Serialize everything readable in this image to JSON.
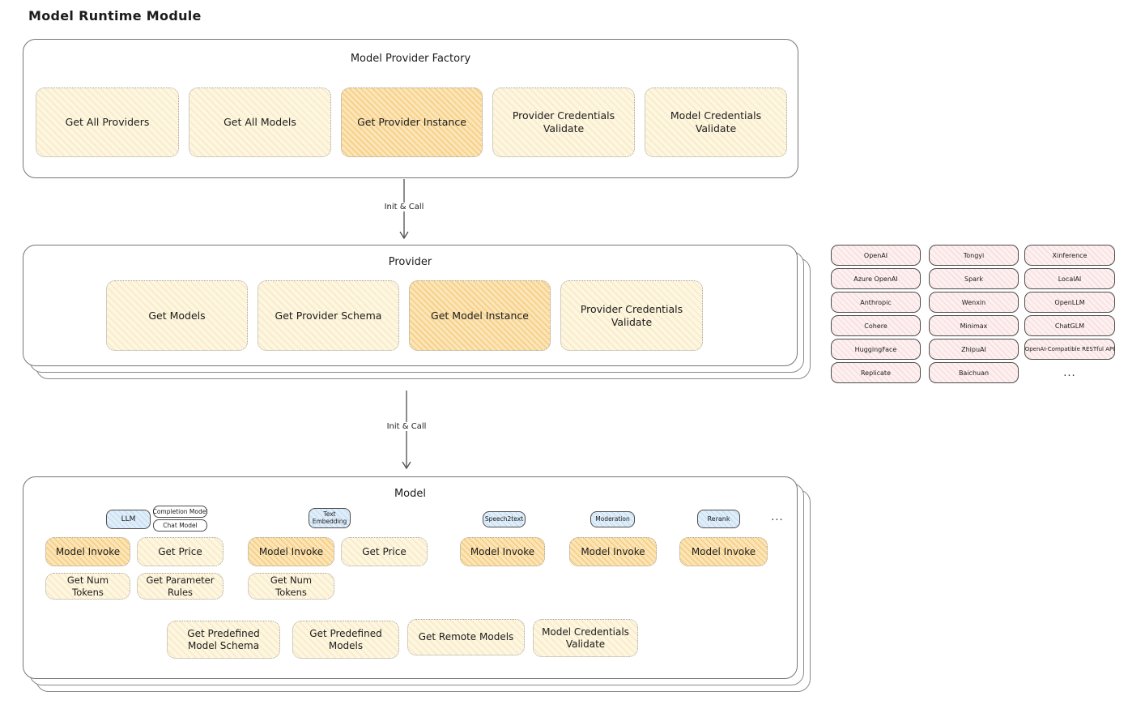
{
  "title": "Model Runtime Module",
  "colors": {
    "node_cream": "#fdf7e2",
    "node_highlight": "#fbe6ba",
    "provider_pink": "#fdf0f0",
    "capability_blue": "#e0eefa",
    "box_border_gray": "#757575"
  },
  "arrows": [
    {
      "label": "Init & Call"
    },
    {
      "label": "Init & Call"
    }
  ],
  "factory": {
    "title": "Model Provider Factory",
    "buttons": [
      {
        "label": "Get All Providers"
      },
      {
        "label": "Get All Models"
      },
      {
        "label": "Get Provider Instance"
      },
      {
        "label": "Provider Credentials Validate"
      },
      {
        "label": "Model Credentials Validate"
      }
    ]
  },
  "provider": {
    "title": "Provider",
    "buttons": [
      {
        "label": "Get Models"
      },
      {
        "label": "Get Provider Schema"
      },
      {
        "label": "Get Model Instance"
      },
      {
        "label": "Provider Credentials Validate"
      }
    ]
  },
  "providers_list": {
    "items": [
      "OpenAI",
      "Tongyi",
      "Xinference",
      "Azure OpenAI",
      "Spark",
      "LocalAI",
      "Anthropic",
      "Wenxin",
      "OpenLLM",
      "Cohere",
      "Minimax",
      "ChatGLM",
      "HuggingFace",
      "ZhipuAI",
      "OpenAI-Compatible RESTful API",
      "Replicate",
      "Baichuan"
    ],
    "more": "..."
  },
  "model": {
    "title": "Model",
    "tags": {
      "llm": "LLM",
      "completion_model": "Completion Model",
      "chat_model": "Chat Model",
      "text_embedding": "Text Embedding",
      "speech2text": "Speech2text",
      "moderation": "Moderation",
      "rerank": "Rerank",
      "more": "..."
    },
    "functions": {
      "llm_model_invoke": "Model Invoke",
      "llm_get_price": "Get Price",
      "llm_get_num_tokens": "Get Num Tokens",
      "llm_get_parameter_rules": "Get Parameter Rules",
      "embedding_model_invoke": "Model Invoke",
      "embedding_get_price": "Get Price",
      "embedding_get_num_tokens": "Get Num Tokens",
      "speech2text_model_invoke": "Model Invoke",
      "moderation_model_invoke": "Model Invoke",
      "rerank_model_invoke": "Model Invoke",
      "get_predefined_model_schema": "Get Predefined Model Schema",
      "get_predefined_models": "Get Predefined Models",
      "get_remote_models": "Get Remote Models",
      "model_credentials_validate": "Model Credentials Validate"
    }
  }
}
